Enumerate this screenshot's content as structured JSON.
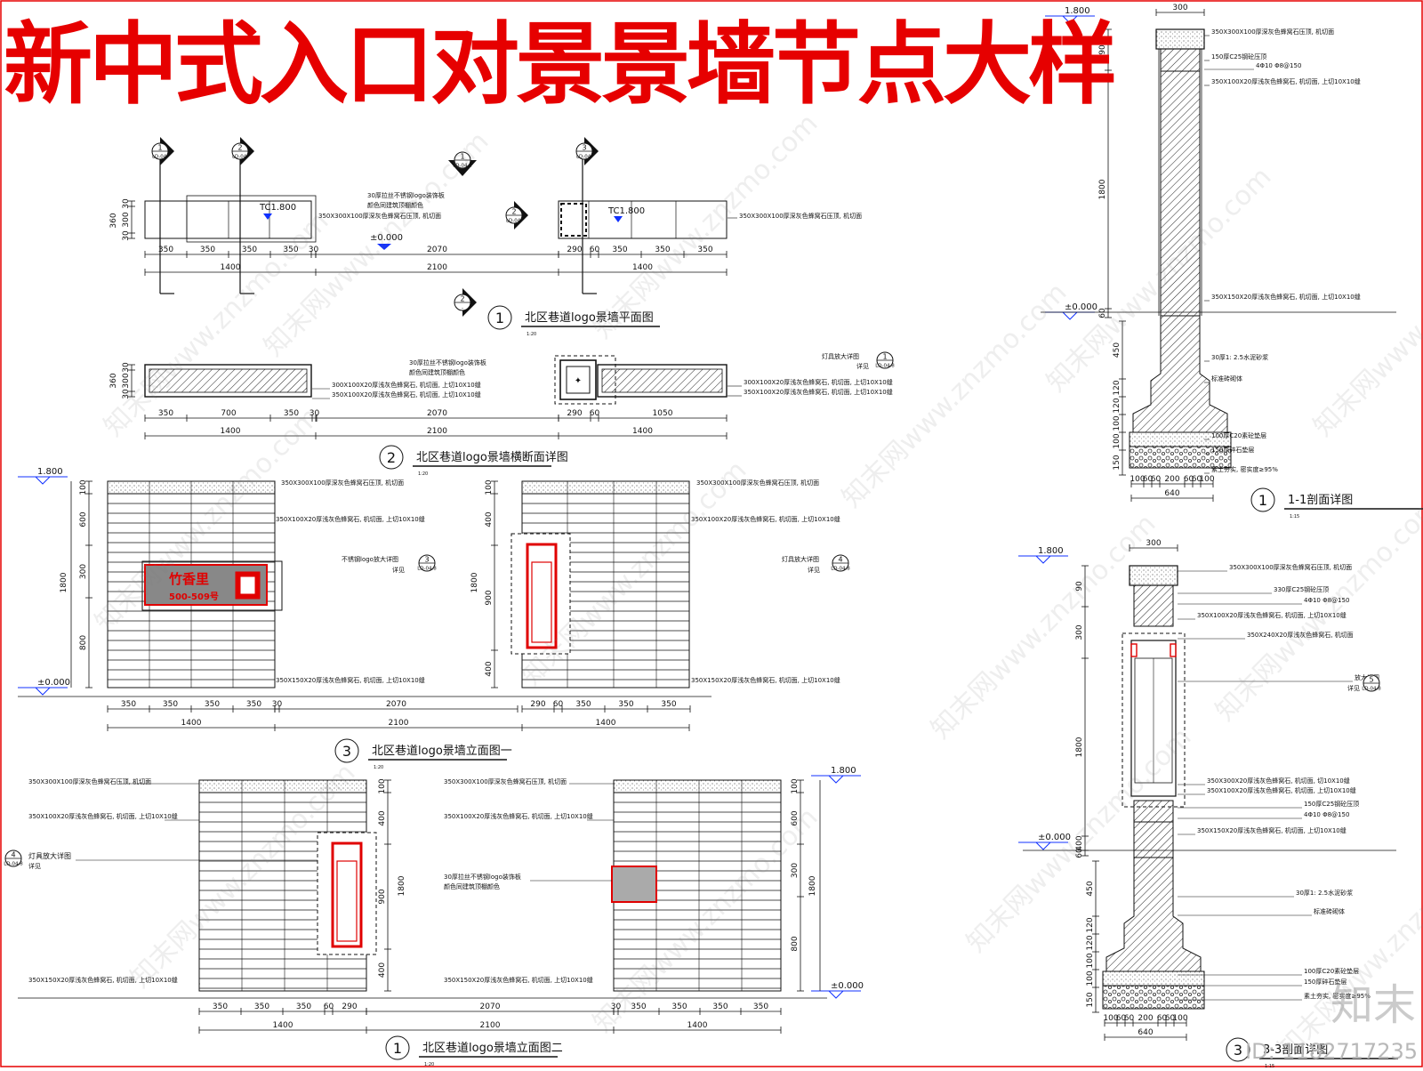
{
  "title": "新中式入口对景景墙节点大样",
  "watermark": "知末网www.znzmo.com",
  "corner_logo": "知末",
  "id_label": "ID: 1182717235",
  "colors": {
    "title": "#e60000",
    "line": "#111111",
    "level": "#1030ff",
    "highlight": "#e00000"
  },
  "plan": {
    "title": "北区巷道logo景墙平面图",
    "num": "1",
    "scale": "1:20",
    "tc_level": "TC1.800",
    "zero_level": "±0.000",
    "dims_vert": [
      "30",
      "300",
      "360",
      "30"
    ],
    "dims_a": [
      "350",
      "350",
      "350",
      "350",
      "30"
    ],
    "dims_b": [
      "2070"
    ],
    "dims_c": [
      "290",
      "60",
      "350",
      "350",
      "350"
    ],
    "totals": [
      "1400",
      "2100",
      "1400"
    ],
    "notes": [
      "30厚拉丝不锈钢logo装饰板",
      "颜色同建筑顶棚颜色",
      "350X300X100厚深灰色蜂窝石压顶, 机切面"
    ],
    "notes_right": [
      "350X300X100厚深灰色蜂窝石压顶, 机切面"
    ],
    "markers": [
      {
        "n": "1",
        "r": "LD-04."
      },
      {
        "n": "2",
        "r": "LD-04."
      },
      {
        "n": "1",
        "r": "LD-04.2"
      },
      {
        "n": "2",
        "r": "LD-04."
      },
      {
        "n": "3",
        "r": "LD-04."
      },
      {
        "n": "2",
        "r": "-"
      }
    ]
  },
  "section": {
    "title": "北区巷道logo景墙横断面详图",
    "num": "2",
    "scale": "1:20",
    "dims_vert": [
      "30",
      "300",
      "360",
      "30"
    ],
    "dims_a": [
      "350",
      "700",
      "350",
      "30"
    ],
    "dims_b": [
      "2070"
    ],
    "dims_c": [
      "290",
      "60",
      "1050"
    ],
    "totals": [
      "1400",
      "2100",
      "1400"
    ],
    "notes": [
      "30厚拉丝不锈钢logo装饰板",
      "颜色同建筑顶棚颜色",
      "300X100X20厚浅灰色蜂窝石, 机切面, 上切10X10缝",
      "350X100X20厚浅灰色蜂窝石, 机切面, 上切10X10缝"
    ],
    "notes_right": [
      "灯具放大详图",
      "详见",
      "300X100X20厚浅灰色蜂窝石, 机切面, 上切10X10缝",
      "350X100X20厚浅灰色蜂窝石, 机切面, 上切10X10缝"
    ],
    "marker": {
      "n": "1",
      "r": "LD-04.8"
    }
  },
  "elev1": {
    "title": "北区巷道logo景墙立面图一",
    "num": "3",
    "scale": "1:20",
    "top_level": "1.800",
    "zero_level": "±0.000",
    "dims_vert": [
      "100",
      "600",
      "300",
      "1800",
      "800"
    ],
    "dims_vert_r": [
      "100",
      "400",
      "1800",
      "900",
      "400"
    ],
    "dims_a": [
      "350",
      "350",
      "350",
      "350",
      "30"
    ],
    "dims_b": [
      "2070"
    ],
    "dims_c": [
      "290",
      "60",
      "350",
      "350",
      "350"
    ],
    "totals": [
      "1400",
      "2100",
      "1400"
    ],
    "notes_l": [
      "350X300X100厚深灰色蜂窝石压顶, 机切面",
      "350X100X20厚浅灰色蜂窝石, 机切面, 上切10X10缝",
      "不锈钢logo放大详图",
      "详见",
      "350X150X20厚浅灰色蜂窝石, 机切面, 上切10X10缝"
    ],
    "notes_r": [
      "350X300X100厚深灰色蜂窝石压顶, 机切面",
      "350X100X20厚浅灰色蜂窝石, 机切面, 上切10X10缝",
      "灯具放大详图",
      "详见",
      "350X150X20厚浅灰色蜂窝石, 机切面, 上切10X10缝"
    ],
    "logo_name": "竹香里",
    "logo_addr": "500-509号",
    "marker_l": {
      "n": "3",
      "r": "LD-04.8"
    },
    "marker_r": {
      "n": "4",
      "r": "LD-04.8"
    }
  },
  "elev2": {
    "title": "北区巷道logo景墙立面图二",
    "num": "1",
    "scale": "1:20",
    "top_level": "1.800",
    "zero_level": "±0.000",
    "dims_vert": [
      "100",
      "400",
      "1800",
      "900",
      "400"
    ],
    "dims_vert_r": [
      "100",
      "600",
      "300",
      "1800",
      "800"
    ],
    "dims_a": [
      "350",
      "350",
      "350",
      "60",
      "290"
    ],
    "dims_b": [
      "2070"
    ],
    "dims_c": [
      "30",
      "350",
      "350",
      "350",
      "350"
    ],
    "totals": [
      "1400",
      "2100",
      "1400"
    ],
    "notes_l": [
      "350X300X100厚深灰色蜂窝石压顶, 机切面",
      "350X100X20厚浅灰色蜂窝石, 机切面, 上切10X10缝",
      "灯具放大详图",
      "详见",
      "350X150X20厚浅灰色蜂窝石, 机切面, 上切10X10缝"
    ],
    "notes_m": [
      "350X300X100厚深灰色蜂窝石压顶, 机切面",
      "350X100X20厚浅灰色蜂窝石, 机切面, 上切10X10缝",
      "30厚拉丝不锈钢logo装饰板",
      "颜色同建筑顶棚颜色",
      "350X150X20厚浅灰色蜂窝石, 机切面, 上切10X10缝"
    ],
    "marker": {
      "n": "4",
      "r": "LD-04.8"
    }
  },
  "sec11": {
    "title": "1-1剖面详图",
    "num": "1",
    "scale": "1:15",
    "top_level": "1.800",
    "zero_level": "±0.000",
    "top_dim": "300",
    "dims_vert": [
      "90",
      "1800",
      "60",
      "450",
      "120",
      "120",
      "100",
      "100",
      "150"
    ],
    "dims_bottom": [
      "100",
      "60",
      "60",
      "200",
      "60",
      "60",
      "100"
    ],
    "total": "640",
    "notes": [
      "350X300X100厚深灰色蜂窝石压顶, 机切面",
      "150厚C25钢砼压顶",
      "4Φ10  Φ8@150",
      "350X100X20厚浅灰色蜂窝石, 机切面, 上切10X10缝",
      "350X150X20厚浅灰色蜂窝石, 机切面, 上切10X10缝",
      "30厚1: 2.5水泥砂浆",
      "标准砖砌体",
      "100厚C20素砼垫层",
      "150厚碎石垫层",
      "素土夯实, 密实度≥95%"
    ]
  },
  "sec33": {
    "title": "3-3剖面详图",
    "num": "3",
    "scale": "1:15",
    "top_level": "1.800",
    "zero_level": "±0.000",
    "top_dim": "300",
    "dims_vert": [
      "90",
      "300",
      "1800",
      "400",
      "60",
      "450",
      "120",
      "120",
      "100",
      "100",
      "150"
    ],
    "dims_bottom": [
      "100",
      "60",
      "60",
      "200",
      "60",
      "60",
      "100"
    ],
    "total": "640",
    "notes": [
      "350X300X100厚深灰色蜂窝石压顶, 机切面",
      "330厚C25钢砼压顶",
      "4Φ10  Φ8@150",
      "350X100X20厚浅灰色蜂窝石, 机切面, 上切10X10缝",
      "350X240X20厚浅灰色蜂窝石, 机切面",
      "放大详图",
      "详见",
      "350X300X20厚浅灰色蜂窝石, 机切面, 切10X10缝",
      "350X100X20厚浅灰色蜂窝石, 机切面, 上切10X10缝",
      "150厚C25钢砼压顶",
      "4Φ10  Φ8@150",
      "350X150X20厚浅灰色蜂窝石, 机切面, 上切10X10缝",
      "30厚1: 2.5水泥砂浆",
      "标准砖砌体",
      "100厚C20素砼垫层",
      "150厚碎石垫层",
      "素土夯实, 密实度≥95%"
    ],
    "marker": {
      "n": "5",
      "r": "LD-04.8"
    }
  }
}
